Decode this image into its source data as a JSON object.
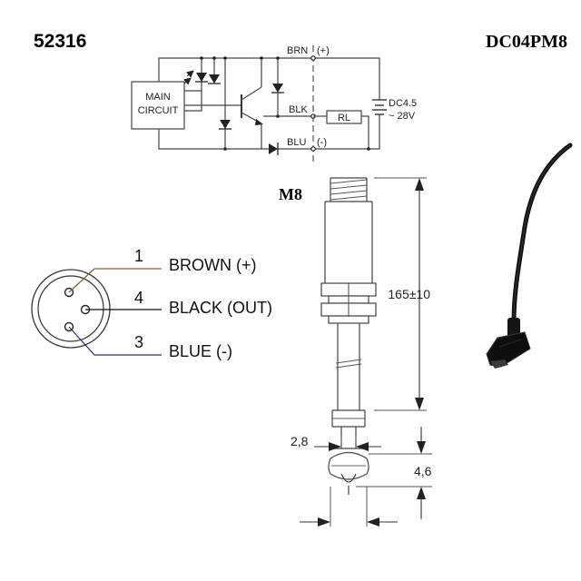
{
  "header": {
    "part_number": "52316",
    "model": "DC04PM8"
  },
  "schematic": {
    "main_circuit_line1": "MAIN",
    "main_circuit_line2": "CIRCUIT",
    "brn_label": "BRN",
    "brn_sign": "(+)",
    "blk_label": "BLK",
    "blu_label": "BLU",
    "blu_sign": "(-)",
    "load_label": "RL",
    "supply_line1": "DC4.5",
    "supply_line2": "~ 28V"
  },
  "connector": {
    "thread_label": "M8",
    "pins": [
      {
        "number": "1",
        "label": "BROWN (+)",
        "color": "#8B5A2B"
      },
      {
        "number": "4",
        "label": "BLACK (OUT)",
        "color": "#111111"
      },
      {
        "number": "3",
        "label": "BLUE (-)",
        "color": "#2B2B8B"
      }
    ]
  },
  "dimensions": {
    "length": "165±10",
    "neck_width": "2,8",
    "head_height": "4,6"
  },
  "colors": {
    "line": "#444444",
    "cable": "#111111"
  }
}
